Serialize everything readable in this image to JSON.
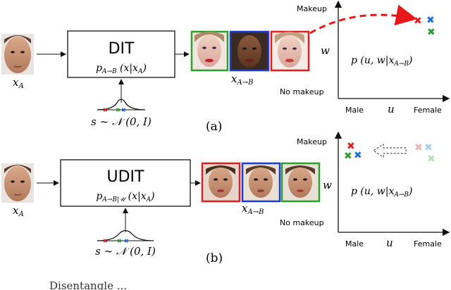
{
  "panel_a": {
    "box_title": "DIT",
    "box_formula": "p_{A→B}(x|x_A)",
    "box_formula_display": "pA→B (x|xA)",
    "input_label": "x_A",
    "noise_label": "s ∼ 𝒩 (0, I)",
    "output_label": "x_{A→B}",
    "panel_letter": "(a)",
    "plot": {
      "y_top": "Makeup",
      "y_bottom": "No makeup",
      "y_var": "w",
      "x_left": "Male",
      "x_var": "u",
      "x_right": "Female",
      "formula": "p(u, w|x_{A→B})"
    },
    "face_border_colors": [
      "#2ca02c",
      "#1f3bd6",
      "#e02020"
    ]
  },
  "panel_b": {
    "box_title": "UDIT",
    "box_formula": "p_{A→B|U}(x|x_A)",
    "input_label": "x_A",
    "noise_label": "s ∼ 𝒩 (0, I)",
    "output_label": "x_{A→B}",
    "panel_letter": "(b)",
    "plot": {
      "y_top": "Makeup",
      "y_bottom": "No makeup",
      "y_var": "w",
      "x_left": "Male",
      "x_var": "u",
      "x_right": "Female",
      "formula": "p(u, w|x_{A→B})"
    },
    "face_border_colors": [
      "#e02020",
      "#1f3bd6",
      "#2ca02c"
    ]
  },
  "caption_fragment": "Disentangle ...",
  "colors": {
    "red": "#e02020",
    "green": "#2ca02c",
    "blue": "#1f6fd6",
    "dashed_arrow": "#e81818"
  }
}
